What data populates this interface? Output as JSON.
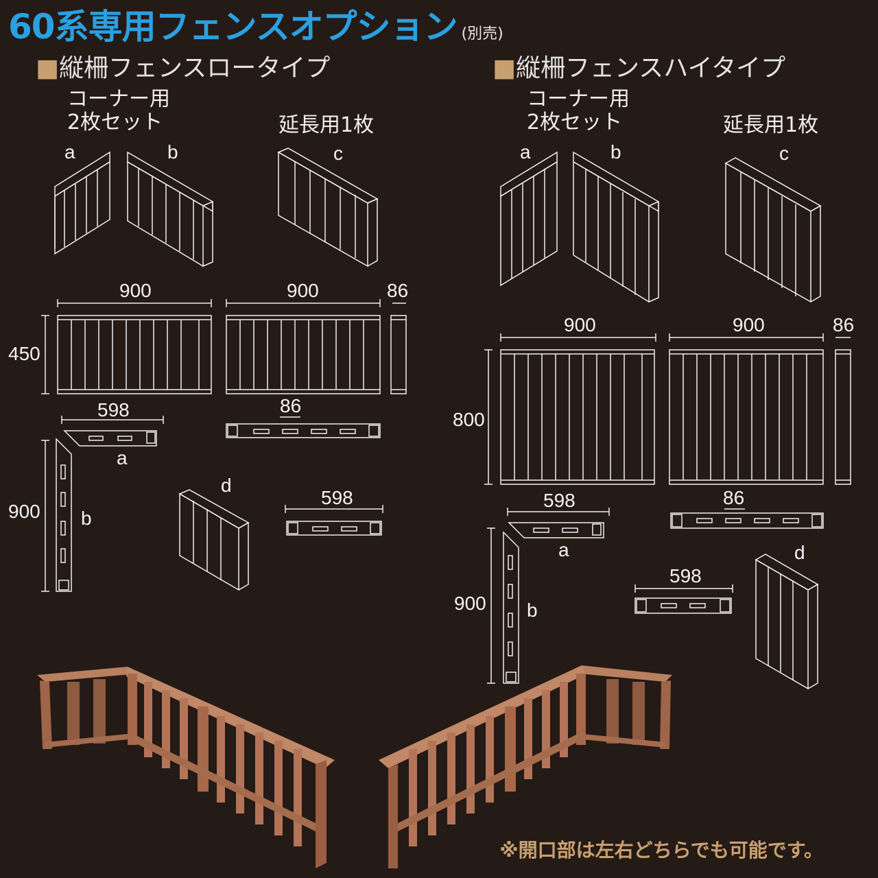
{
  "title": "60系専用フェンスオプション",
  "title_note": "(別売)",
  "low": {
    "heading_mark": "■",
    "heading": "縦柵フェンスロータイプ",
    "corner_line1": "コーナー用",
    "corner_line2": "2枚セット",
    "ext": "延長用1枚",
    "a": "a",
    "b": "b",
    "c": "c",
    "d": "d",
    "w900a": "900",
    "w900b": "900",
    "w86": "86",
    "h450": "450",
    "w598": "598",
    "w86b": "86",
    "h900": "900",
    "w598b": "598",
    "a2": "a",
    "b2": "b"
  },
  "high": {
    "heading_mark": "■",
    "heading": "縦柵フェンスハイタイプ",
    "corner_line1": "コーナー用",
    "corner_line2": "2枚セット",
    "ext": "延長用1枚",
    "a": "a",
    "b": "b",
    "c": "c",
    "d": "d",
    "w900a": "900",
    "w900b": "900",
    "w86": "86",
    "h800": "800",
    "w598": "598",
    "w86b": "86",
    "h900": "900",
    "w598b": "598",
    "a2": "a",
    "b2": "b"
  },
  "footnote": "※開口部は左右どちらでも可能です。",
  "colors": {
    "title": "#2aa0e0",
    "accent": "#c8a070",
    "background": "#241a16",
    "wood": "#a8684a"
  }
}
